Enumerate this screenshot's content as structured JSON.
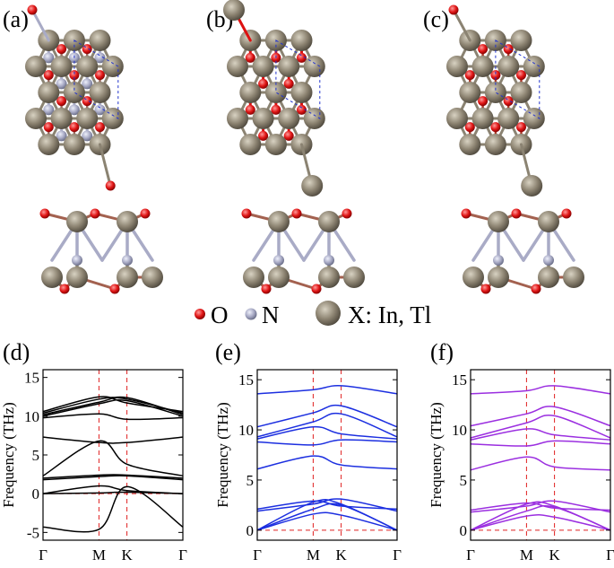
{
  "figure": {
    "panel_labels": [
      "(a)",
      "(b)",
      "(c)",
      "(d)",
      "(e)",
      "(f)"
    ],
    "legend": [
      {
        "symbol": "O",
        "label": "O",
        "color": "#dd1111"
      },
      {
        "symbol": "N",
        "label": "N",
        "color": "#a9abc6"
      },
      {
        "symbol": "X",
        "label": "X: In, Tl",
        "color": "#8b8372"
      }
    ],
    "colors": {
      "oxygen": "#dd1111",
      "nitrogen": "#a9abc6",
      "metal": "#8b8372",
      "bond_metal": "#8b8372",
      "cell": "#2233cc",
      "panel_d_bands": "#000000",
      "panel_e_bands": "#1c2fe0",
      "panel_f_bands": "#9b2fe0",
      "reference_lines": "#e02020"
    }
  },
  "chart_data": [
    {
      "panel": "(d)",
      "type": "line",
      "title": "",
      "ylabel": "Frequency (THz)",
      "xlabel": "",
      "x_ticks": [
        "Γ",
        "M",
        "K",
        "Γ"
      ],
      "x": [
        0,
        1,
        1.5,
        2.5
      ],
      "ylim": [
        -6,
        16
      ],
      "y_ticks": [
        -5,
        0,
        5,
        10,
        15
      ],
      "series": [
        {
          "values": [
            -4.3,
            -4.6,
            0.9,
            -4.3
          ]
        },
        {
          "values": [
            0.0,
            0.1,
            0.2,
            0.0
          ]
        },
        {
          "values": [
            0.0,
            1.0,
            0.4,
            0.0
          ]
        },
        {
          "values": [
            1.8,
            2.2,
            2.3,
            1.8
          ]
        },
        {
          "values": [
            2.0,
            2.4,
            2.4,
            2.0
          ]
        },
        {
          "values": [
            7.3,
            6.6,
            6.6,
            7.3
          ]
        },
        {
          "values": [
            2.3,
            6.8,
            3.8,
            2.3
          ]
        },
        {
          "values": [
            9.8,
            10.3,
            9.6,
            9.8
          ]
        },
        {
          "values": [
            10.0,
            11.6,
            12.0,
            10.0
          ]
        },
        {
          "values": [
            10.2,
            11.8,
            12.4,
            10.2
          ]
        },
        {
          "values": [
            10.4,
            12.2,
            12.2,
            10.4
          ]
        },
        {
          "values": [
            10.6,
            12.5,
            11.7,
            10.6
          ]
        }
      ]
    },
    {
      "panel": "(e)",
      "type": "line",
      "title": "",
      "ylabel": "Frequency (THz)",
      "xlabel": "",
      "x_ticks": [
        "Γ",
        "M",
        "K",
        "Γ"
      ],
      "x": [
        0,
        1,
        1.5,
        2.5
      ],
      "ylim": [
        -1,
        16
      ],
      "y_ticks": [
        0,
        5,
        10,
        15
      ],
      "series": [
        {
          "values": [
            0.0,
            1.6,
            1.5,
            0.0
          ]
        },
        {
          "values": [
            0.0,
            2.1,
            2.5,
            0.0
          ]
        },
        {
          "values": [
            0.0,
            2.8,
            2.6,
            0.0
          ]
        },
        {
          "values": [
            1.9,
            2.6,
            3.1,
            1.9
          ]
        },
        {
          "values": [
            2.1,
            2.9,
            2.4,
            2.1
          ]
        },
        {
          "values": [
            6.1,
            7.4,
            6.5,
            6.1
          ]
        },
        {
          "values": [
            8.8,
            8.5,
            9.0,
            8.8
          ]
        },
        {
          "values": [
            9.1,
            10.3,
            9.6,
            9.1
          ]
        },
        {
          "values": [
            9.3,
            10.8,
            11.6,
            9.3
          ]
        },
        {
          "values": [
            10.3,
            11.7,
            12.4,
            10.3
          ]
        },
        {
          "values": [
            13.6,
            14.0,
            14.4,
            13.6
          ]
        }
      ]
    },
    {
      "panel": "(f)",
      "type": "line",
      "title": "",
      "ylabel": "Frequency (THz)",
      "xlabel": "",
      "x_ticks": [
        "Γ",
        "M",
        "K",
        "Γ"
      ],
      "x": [
        0,
        1,
        1.5,
        2.5
      ],
      "ylim": [
        -1,
        16
      ],
      "y_ticks": [
        0,
        5,
        10,
        15
      ],
      "series": [
        {
          "values": [
            0.0,
            1.4,
            1.3,
            0.0
          ]
        },
        {
          "values": [
            0.0,
            1.9,
            2.3,
            0.0
          ]
        },
        {
          "values": [
            0.0,
            2.6,
            2.4,
            0.0
          ]
        },
        {
          "values": [
            1.8,
            2.4,
            2.9,
            1.8
          ]
        },
        {
          "values": [
            2.0,
            2.7,
            2.2,
            2.0
          ]
        },
        {
          "values": [
            6.0,
            7.3,
            6.3,
            6.0
          ]
        },
        {
          "values": [
            8.6,
            8.4,
            8.9,
            8.6
          ]
        },
        {
          "values": [
            9.0,
            10.1,
            9.5,
            9.0
          ]
        },
        {
          "values": [
            9.2,
            10.7,
            11.4,
            9.2
          ]
        },
        {
          "values": [
            10.4,
            11.6,
            12.3,
            10.4
          ]
        },
        {
          "values": [
            13.6,
            13.9,
            14.4,
            13.6
          ]
        }
      ]
    }
  ]
}
